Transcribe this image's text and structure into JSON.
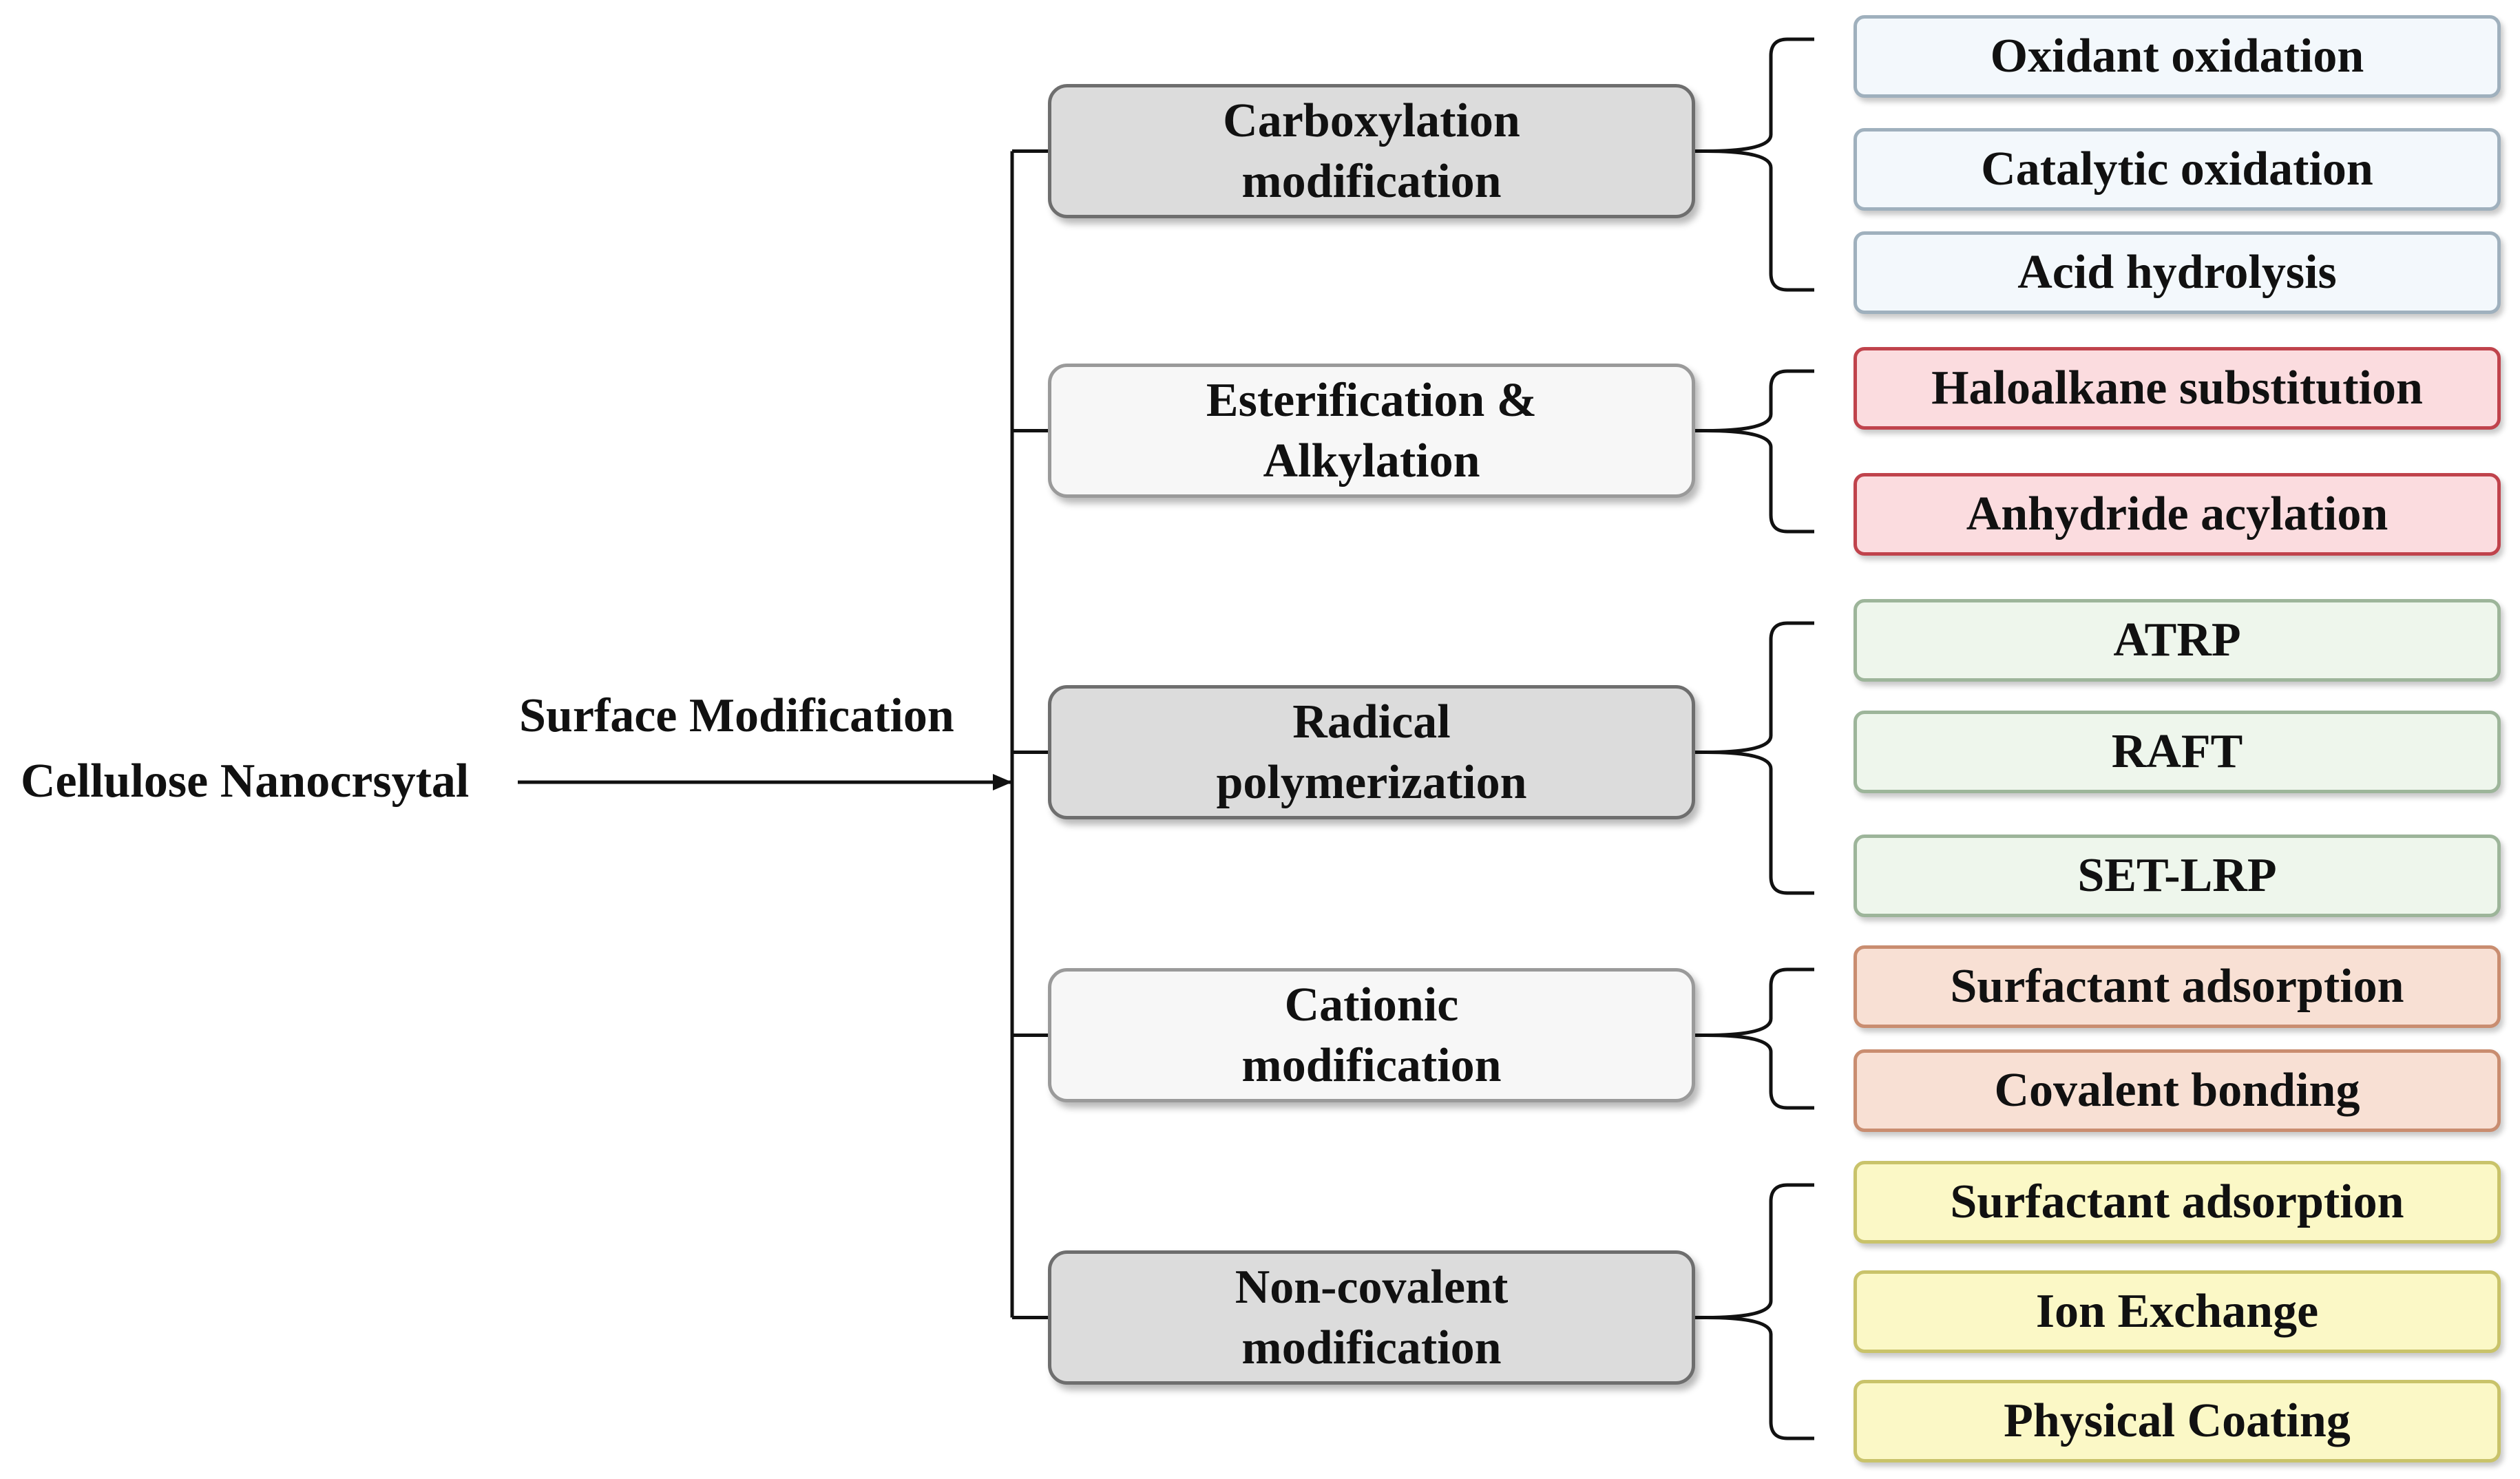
{
  "root": {
    "label": "Cellulose Nanocrsytal"
  },
  "edge": {
    "label": "Surface Modification"
  },
  "colors": {
    "line": "#111111",
    "category_gray": "#dcdcdc",
    "category_white": "#f7f7f7",
    "leaf_blue": "#f3f8fc",
    "leaf_red": "#fbdcdf",
    "leaf_green": "#eef6ec",
    "leaf_peach": "#f8e0d4",
    "leaf_yellow": "#fbf8c6"
  },
  "categories": [
    {
      "line1": "Carboxylation",
      "line2": "modification",
      "style": "gray",
      "children": [
        "Oxidant oxidation",
        "Catalytic oxidation",
        "Acid hydrolysis"
      ],
      "leaf_color": "leaf_blue"
    },
    {
      "line1": "Esterification &",
      "line2": "Alkylation",
      "style": "white",
      "children": [
        "Haloalkane substitution",
        "Anhydride acylation"
      ],
      "leaf_color": "leaf_red"
    },
    {
      "line1": "Radical",
      "line2": "polymerization",
      "style": "gray",
      "children": [
        "ATRP",
        "RAFT",
        "SET-LRP"
      ],
      "leaf_color": "leaf_green"
    },
    {
      "line1": "Cationic",
      "line2": "modification",
      "style": "white",
      "children": [
        "Surfactant adsorption",
        "Covalent bonding"
      ],
      "leaf_color": "leaf_peach"
    },
    {
      "line1": "Non-covalent",
      "line2": "modification",
      "style": "gray",
      "children": [
        "Surfactant adsorption",
        "Ion Exchange",
        "Physical Coating"
      ],
      "leaf_color": "leaf_yellow"
    }
  ]
}
